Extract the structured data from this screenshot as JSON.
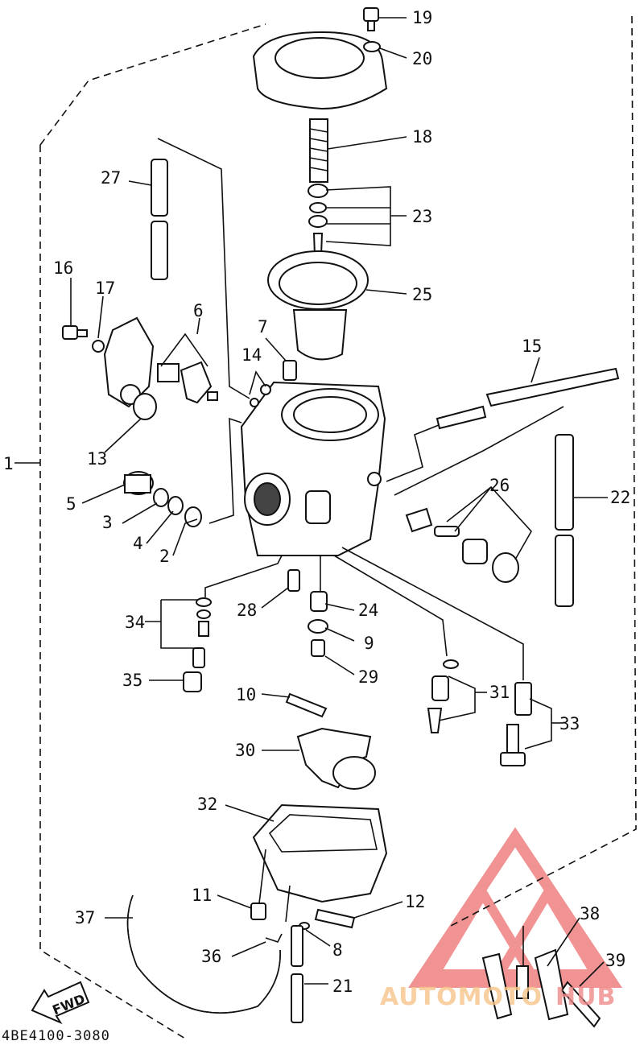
{
  "diagram": {
    "catalog_code": "4BE4100-3080",
    "fwd_label": "FWD",
    "watermark": {
      "text_part1": "AUTOMOTO",
      "text_part2": "HUB",
      "color_primary": "#f08a8a",
      "color_secondary": "#f7c48a"
    },
    "callouts": [
      "1",
      "2",
      "3",
      "4",
      "5",
      "6",
      "7",
      "8",
      "9",
      "10",
      "11",
      "12",
      "13",
      "14",
      "15",
      "16",
      "17",
      "18",
      "19",
      "20",
      "21",
      "22",
      "23",
      "24",
      "25",
      "26",
      "27",
      "28",
      "29",
      "30",
      "31",
      "32",
      "33",
      "34",
      "35",
      "36",
      "37",
      "38",
      "39"
    ]
  }
}
